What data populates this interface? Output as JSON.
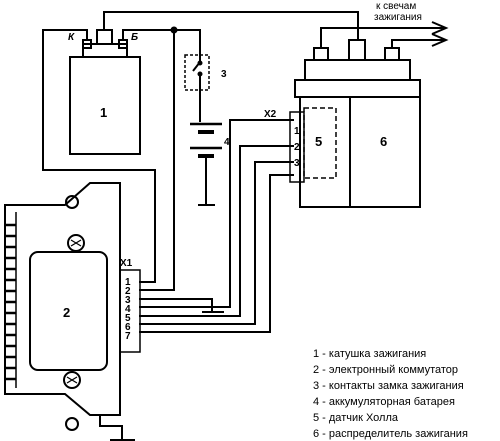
{
  "coil": {
    "number": "1",
    "terminal_k": "К",
    "terminal_b": "Б"
  },
  "commutator": {
    "number": "2",
    "connector": "X1",
    "pins": [
      "1",
      "2",
      "3",
      "4",
      "5",
      "6",
      "7"
    ]
  },
  "ignition_switch": {
    "number": "3"
  },
  "battery": {
    "number": "4"
  },
  "hall_sensor": {
    "number": "5",
    "connector": "X2",
    "pins": [
      "1",
      "2",
      "3"
    ]
  },
  "distributor": {
    "number": "6"
  },
  "spark_plugs_note": {
    "line1": "к    свечам",
    "line2": "зажигания"
  },
  "legend": [
    "1 - катушка зажигания",
    "2 - электронный коммутатор",
    "3 - контакты замка зажигания",
    "4 - аккумуляторная батарея",
    "5 - датчик Холла",
    "6 - распределитель зажигания"
  ]
}
